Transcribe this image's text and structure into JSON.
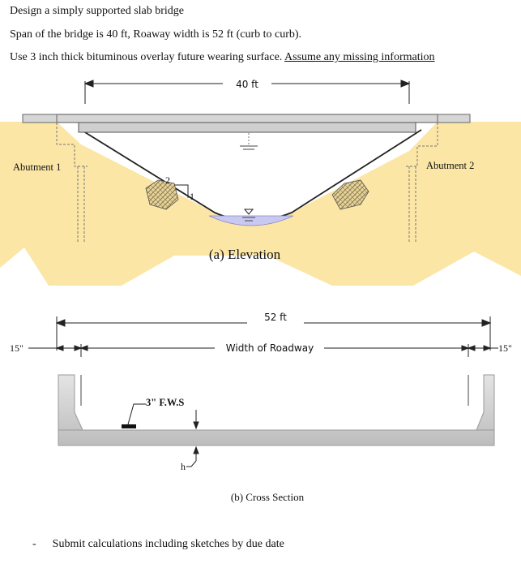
{
  "problem": {
    "line1": "Design a simply supported slab bridge",
    "line2": "Span of the bridge is 40 ft, Roaway width is 52 ft (curb to curb).",
    "line3_plain": "Use 3 inch thick bituminous overlay future wearing surface. ",
    "line3_underlined": "Assume any missing information"
  },
  "elevation": {
    "span_label": "40 ft",
    "abutment_left": "Abutment 1",
    "abutment_right": "Abutment 2",
    "slope_rise": "2",
    "slope_run": "1",
    "caption": "(a) Elevation"
  },
  "cross_section": {
    "width_label": "52 ft",
    "roadway_label": "Width of Roadway",
    "curb_left": "15\"",
    "curb_right": "15\"",
    "fws_label": "3\" F.W.S",
    "thickness_label": "h",
    "caption": "(b) Cross Section"
  },
  "footer": {
    "bullet": "-",
    "text": "Submit calculations including sketches by due date"
  },
  "colors": {
    "soil": "#fbe6a6",
    "water": "#c8c8f0",
    "concrete": "#d0d0d0"
  }
}
